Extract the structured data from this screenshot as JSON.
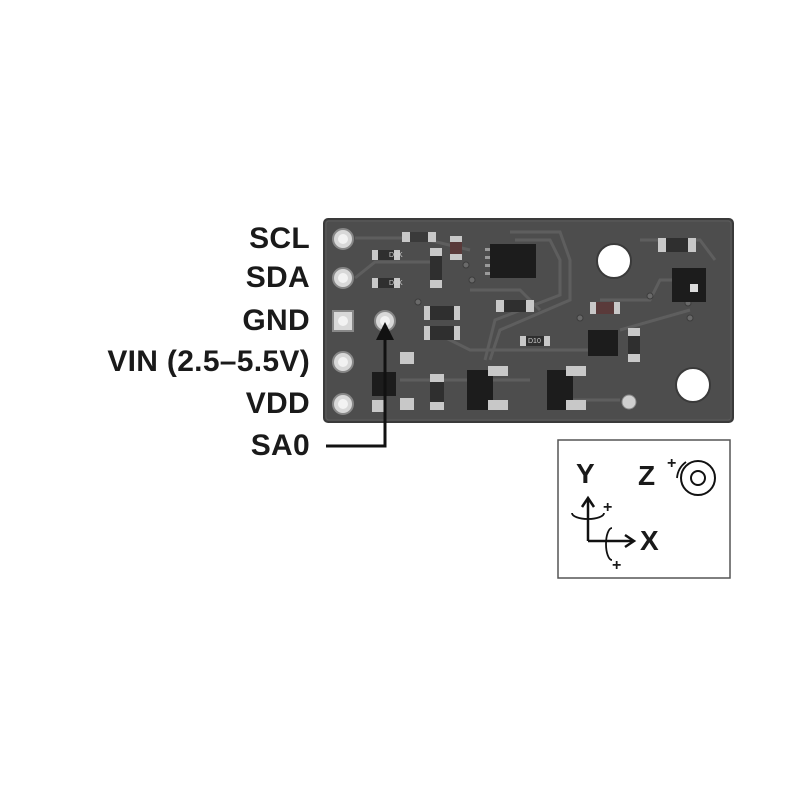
{
  "pins": {
    "scl": "SCL",
    "sda": "SDA",
    "gnd": "GND",
    "vin": "VIN (2.5–5.5V)",
    "vdd": "VDD",
    "sa0": "SA0"
  },
  "axes": {
    "x_label": "X",
    "y_label": "Y",
    "z_label": "Z",
    "x_sign": "+",
    "y_sign": "+",
    "z_sign": "+"
  },
  "board": {
    "silkscreen": "D1K",
    "silkscreen_alt": "D10",
    "color": "#4d4d4d"
  }
}
